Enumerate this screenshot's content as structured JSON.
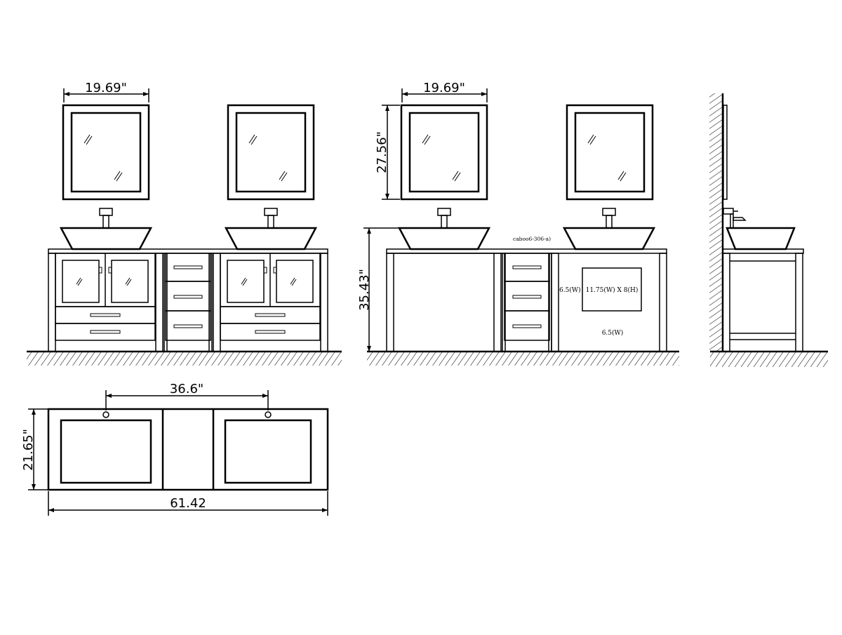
{
  "front_view": {
    "mirror_width": "19.69\""
  },
  "side_front_view": {
    "mirror_width": "19.69\"",
    "mirror_height": "27.56\"",
    "vanity_height": "35.43\"",
    "model_code": "caboo6-306-a)",
    "cutout_left": "6.5(W)",
    "cutout_size": "11.75(W) X 8(H)",
    "cutout_bottom": "6.5(W)"
  },
  "top_view": {
    "faucet_spacing": "36.6\"",
    "depth": "21.65\"",
    "total_width": "61.42"
  }
}
